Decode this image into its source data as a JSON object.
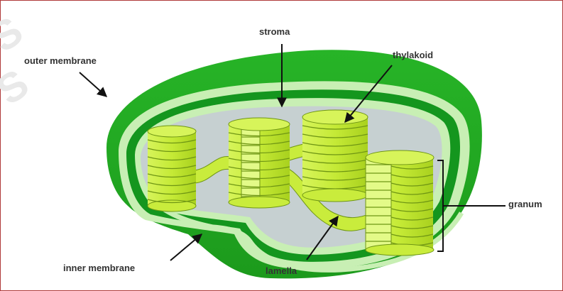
{
  "labels": {
    "outer_membrane": "outer membrane",
    "stroma": "stroma",
    "thylakoid": "thylakoid",
    "granum": "granum",
    "inner_membrane": "inner membrane",
    "lamella": "lamella"
  },
  "colors": {
    "frame_border": "#b03a3a",
    "outer_membrane_green": "#21a821",
    "inner_membrane_green": "#14961e",
    "membrane_light": "#c8efb4",
    "stroma_gray": "#c6d0d1",
    "thylakoid_lime": "#c9ec3c",
    "thylakoid_edge": "#6f9614",
    "label_text": "#333333"
  },
  "icons": [
    "arrow-icon",
    "granum-bracket-icon",
    "watermark-icon"
  ]
}
